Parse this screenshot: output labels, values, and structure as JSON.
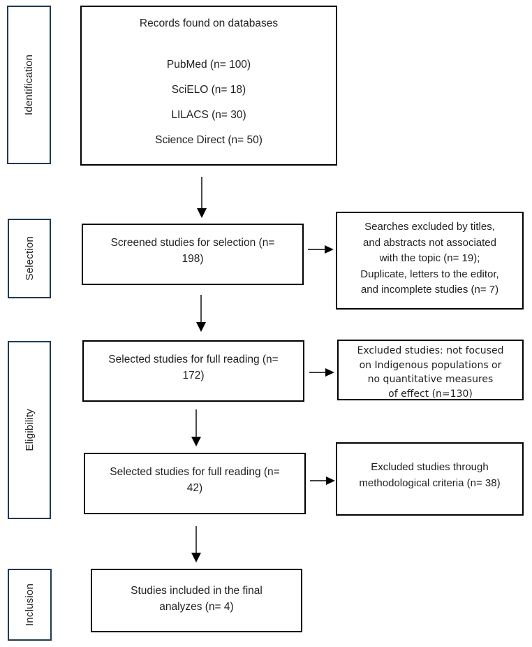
{
  "stages": [
    {
      "label": "Identification"
    },
    {
      "label": "Selection"
    },
    {
      "label": "Eligibility"
    },
    {
      "label": "Inclusion"
    }
  ],
  "boxes": {
    "records": {
      "title": "Records found on databases",
      "items": [
        "PubMed (n= 100)",
        "SciELO (n= 18)",
        "LILACS (n= 30)",
        "Science Direct (n= 50)"
      ]
    },
    "screened": {
      "lines": [
        "Screened studies for selection (n=",
        "198)"
      ]
    },
    "full_reading_1": {
      "lines": [
        "Selected studies for full reading (n=",
        "172)"
      ]
    },
    "full_reading_2": {
      "lines": [
        "Selected studies for full reading (n=",
        "42)"
      ]
    },
    "included": {
      "lines": [
        "Studies included in the final",
        "analyzes (n= 4)"
      ]
    },
    "excluded_selection": {
      "lines": [
        "Searches excluded by titles,",
        "and abstracts not associated",
        "with the topic (n= 19);",
        "Duplicate, letters to the editor,",
        "and incomplete studies (n= 7)"
      ]
    },
    "excluded_eligibility_1": {
      "lines": [
        "Excluded studies: not focused",
        "on Indigenous populations or",
        "no quantitative measures",
        "of effect (n=130)"
      ]
    },
    "excluded_eligibility_2": {
      "lines": [
        "Excluded studies through",
        "methodological criteria (n= 38)"
      ]
    }
  },
  "colors": {
    "stage_border": "#1f3a52",
    "box_border": "#000000",
    "text": "#1f1f1f"
  }
}
